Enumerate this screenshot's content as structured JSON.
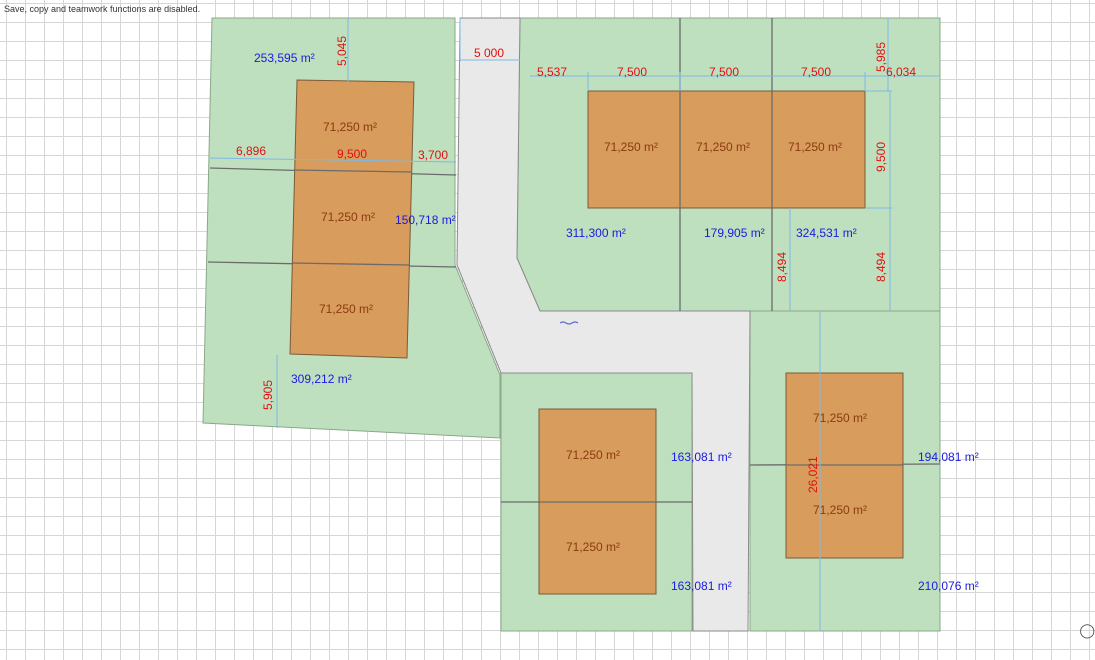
{
  "notice": "Save, copy and teamwork functions are disabled.",
  "lot_areas": {
    "nw": "253,595 m²",
    "mid_west": "150,718 m²",
    "sw": "309,212 m²",
    "ne_left": "311,300 m²",
    "ne_mid": "179,905 m²",
    "ne_right": "324,531 m²",
    "se_left_top": "163,081 m²",
    "se_left_bottom": "163,081 m²",
    "se_right_top": "194,081 m²",
    "se_right_bottom": "210,076 m²"
  },
  "house_areas": {
    "west_1": "71,250 m²",
    "west_2": "71,250 m²",
    "west_3": "71,250 m²",
    "north_1": "71,250 m²",
    "north_2": "71,250 m²",
    "north_3": "71,250 m²",
    "south_left_1": "71,250 m²",
    "south_left_2": "71,250 m²",
    "south_right_1": "71,250 m²",
    "south_right_2": "71,250 m²"
  },
  "dimensions": {
    "road_width": "5 000",
    "d_5045": "5,045",
    "d_5537": "5,537",
    "d_7500_a": "7,500",
    "d_7500_b": "7,500",
    "d_7500_c": "7,500",
    "d_5985": "5,985",
    "d_6034": "6,034",
    "d_6896": "6,896",
    "d_9500_h": "9,500",
    "d_3700": "3,700",
    "d_9500_v": "9,500",
    "d_8494_a": "8,494",
    "d_8494_b": "8,494",
    "d_5905": "5,905",
    "d_26021": "26,021"
  },
  "colors": {
    "lot": "#bfe0bf",
    "house": "#d89c5c",
    "road": "#e9e9e9",
    "area_label": "#1a1ae0",
    "dimension_label": "#e01010",
    "dimension_line": "#7fb9e6"
  },
  "icons": {
    "corner": "partial-circle-icon"
  }
}
